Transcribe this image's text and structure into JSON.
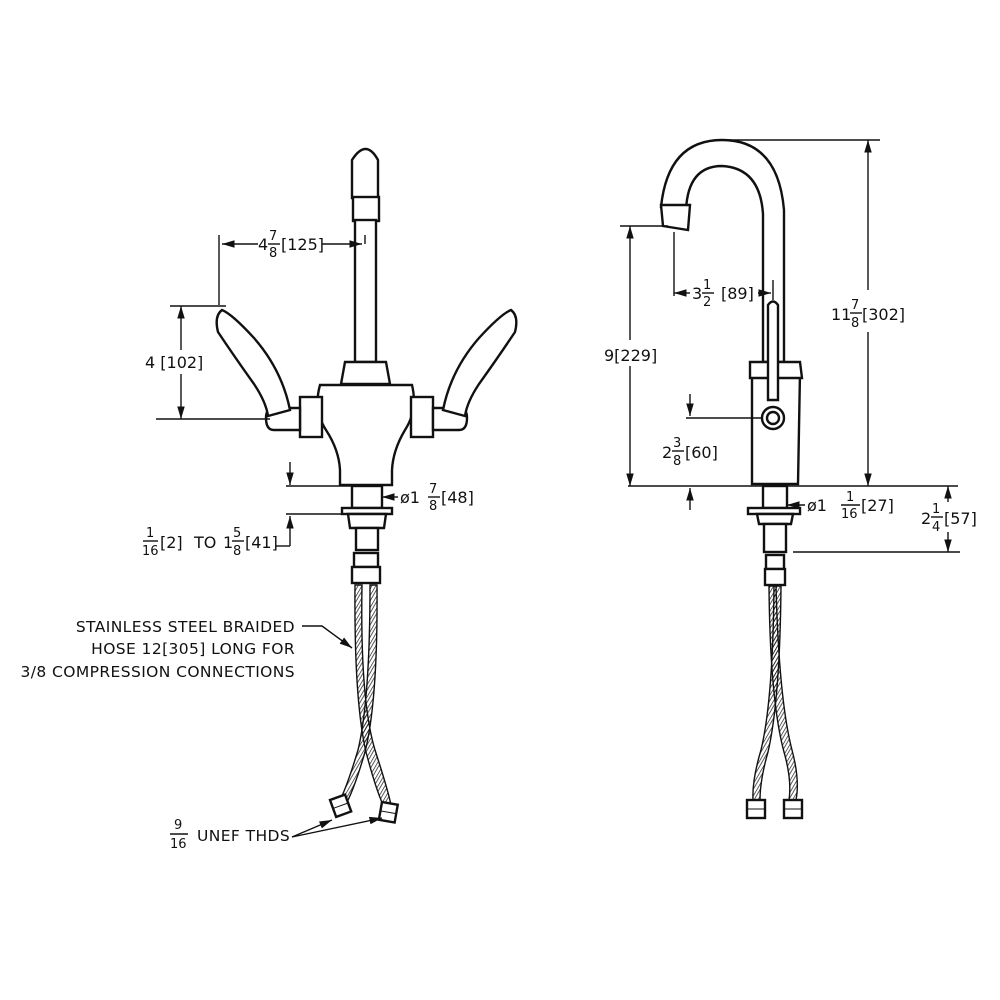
{
  "front_view": {
    "dim_spout_offset": {
      "whole": "4",
      "num": "7",
      "den": "8",
      "metric": "[125]"
    },
    "dim_handle_height": {
      "text": "4 [102]"
    },
    "dim_shank_dia": {
      "prefix": "ø1",
      "num": "7",
      "den": "8",
      "metric": "[48]"
    },
    "dim_deck_thickness": {
      "num1": "1",
      "den1": "16",
      "m1": "[2]",
      "to": "TO",
      "whole2": "1",
      "num2": "5",
      "den2": "8",
      "m2": "[41]"
    },
    "note_hose": [
      "STAINLESS STEEL BRAIDED",
      "HOSE 12[305] LONG FOR",
      "3/8 COMPRESSION CONNECTIONS"
    ],
    "note_threads": {
      "num": "9",
      "den": "16",
      "text": "UNEF THDS"
    }
  },
  "side_view": {
    "dim_spout_height": {
      "text": "9[229]"
    },
    "dim_reach": {
      "whole": "3",
      "num": "1",
      "den": "2",
      "metric": "[89]"
    },
    "dim_overall_height": {
      "whole": "11",
      "num": "7",
      "den": "8",
      "metric": "[302]"
    },
    "dim_handle_center": {
      "whole": "2",
      "num": "3",
      "den": "8",
      "metric": "[60]"
    },
    "dim_shank_dia": {
      "prefix": "ø1",
      "num": "1",
      "den": "16",
      "metric": "[27]"
    },
    "dim_shank_length": {
      "whole": "2",
      "num": "1",
      "den": "4",
      "metric": "[57]"
    }
  }
}
